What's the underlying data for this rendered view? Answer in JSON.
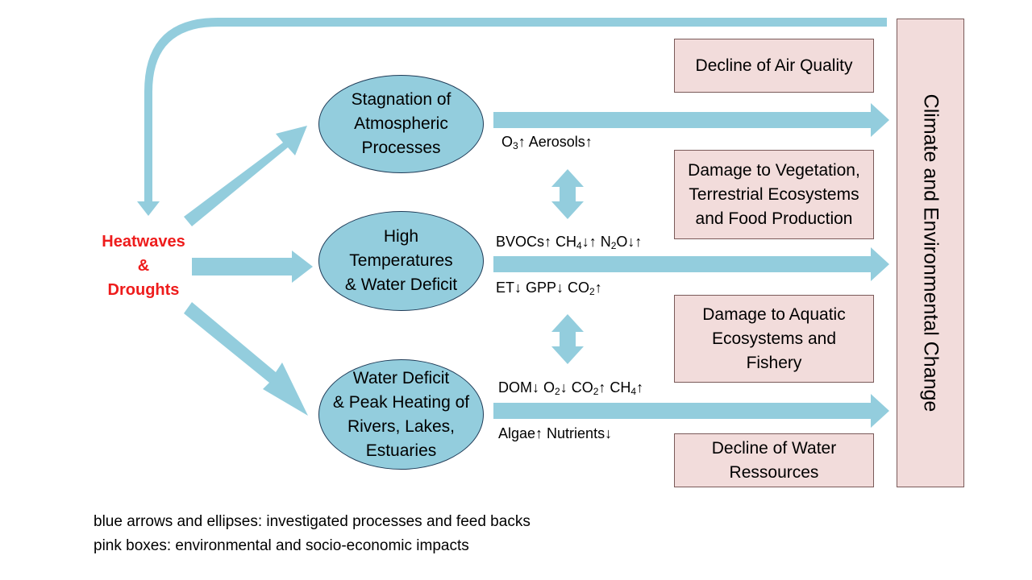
{
  "source": {
    "line1": "Heatwaves",
    "line2": "&",
    "line3": "Droughts"
  },
  "ellipses": [
    {
      "label": "Stagnation of\nAtmospheric\nProcesses"
    },
    {
      "label": "High\nTemperatures\n& Water Deficit"
    },
    {
      "label": "Water Deficit\n& Peak Heating of\nRivers, Lakes,\nEstuaries"
    }
  ],
  "impacts": [
    {
      "label": "Decline of Air Quality"
    },
    {
      "label": "Damage to Vegetation,\nTerrestrial Ecosystems\nand Food Production"
    },
    {
      "label": "Damage to Aquatic\nEcosystems and\nFishery"
    },
    {
      "label": "Decline of Water\nRessources"
    }
  ],
  "target": {
    "label": "Climate and Environmental Change"
  },
  "flux_labels": {
    "o3": "O",
    "o3_sub": "3",
    "o3_rest": "↑ Aerosols↑",
    "bvoc": "BVOCs↑ CH",
    "bvoc_sub4": "4",
    "bvoc_mid": "↓↑ N",
    "bvoc_sub2": "2",
    "bvoc_rest": "O↓↑",
    "et": "ET↓ GPP↓ CO",
    "et_sub": "2",
    "et_rest": "↑",
    "dom": "DOM↓ O",
    "dom_sub1": "2",
    "dom_mid1": "↓ CO",
    "dom_sub2": "2",
    "dom_mid2": "↑ CH",
    "dom_sub3": "4",
    "dom_rest": "↑",
    "algae": "Algae↑ Nutrients↓"
  },
  "legend": {
    "line1": "blue arrows and ellipses: investigated processes and feed backs",
    "line2": "pink boxes: environmental and socio-economic impacts"
  },
  "colors": {
    "arrow": "#93cddd",
    "ellipse": "#93cddd",
    "pink_box": "#f2dcdb",
    "source_text": "#ee1c1c"
  }
}
